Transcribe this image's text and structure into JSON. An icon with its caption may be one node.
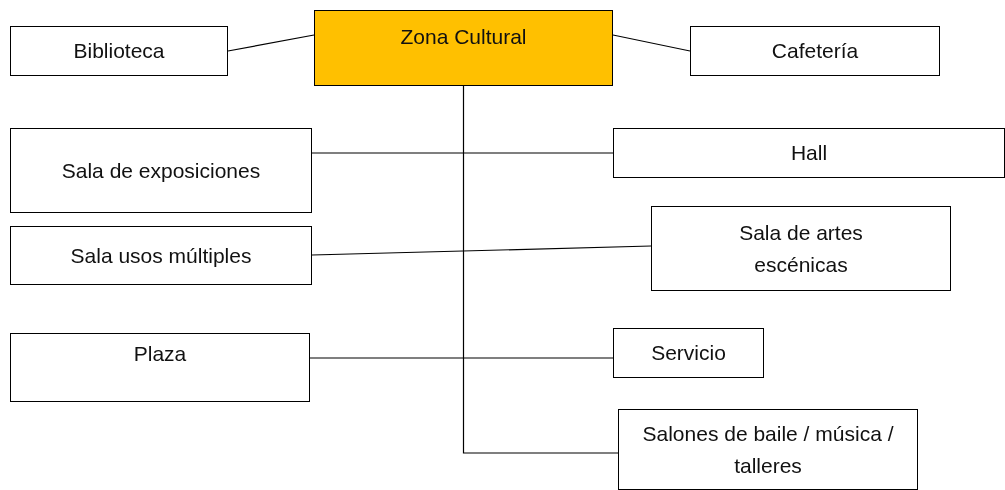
{
  "diagram": {
    "nodes": [
      {
        "text": [
          "Zona Cultural"
        ]
      },
      {
        "text": [
          "Biblioteca"
        ]
      },
      {
        "text": [
          "Cafetería"
        ]
      },
      {
        "text": [
          "Sala de exposiciones"
        ]
      },
      {
        "text": [
          "Hall"
        ]
      },
      {
        "text": [
          "Sala usos múltiples"
        ]
      },
      {
        "text": [
          "Sala de artes escénicas"
        ]
      },
      {
        "text": [
          "Plaza"
        ]
      },
      {
        "text": [
          "Servicio"
        ]
      },
      {
        "text": [
          "Salones de baile / música / talleres"
        ]
      }
    ],
    "edges": [
      {
        "from": 1,
        "to": 0,
        "arrow": "none"
      },
      {
        "from": 0,
        "to": 2,
        "arrow": "none"
      },
      {
        "from": 0,
        "to": 9,
        "arrow": "none"
      },
      {
        "from": 3,
        "to": 4,
        "arrow": "none"
      },
      {
        "from": 5,
        "to": 6,
        "arrow": "none"
      },
      {
        "from": 7,
        "to": 8,
        "arrow": "none"
      }
    ]
  }
}
